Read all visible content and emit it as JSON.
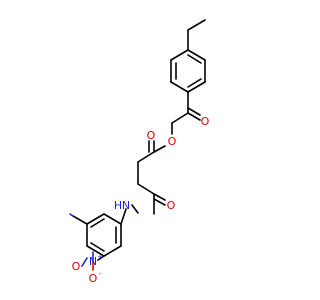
{
  "molecule": {
    "colors": {
      "bond": "#000000",
      "oxygen": "#e00000",
      "nitrogen": "#2020e0"
    },
    "labels": {
      "carbonyl_o_top": "O",
      "carbonyl_o_ester": "O",
      "ester_o": "O",
      "amide_o": "O",
      "amide_n": "N",
      "amide_h": "H",
      "nitro_n": "N",
      "nitro_n_charge": "+",
      "nitro_o_left": "O",
      "nitro_o_bottom": "O",
      "nitro_o_charge": "-"
    }
  }
}
